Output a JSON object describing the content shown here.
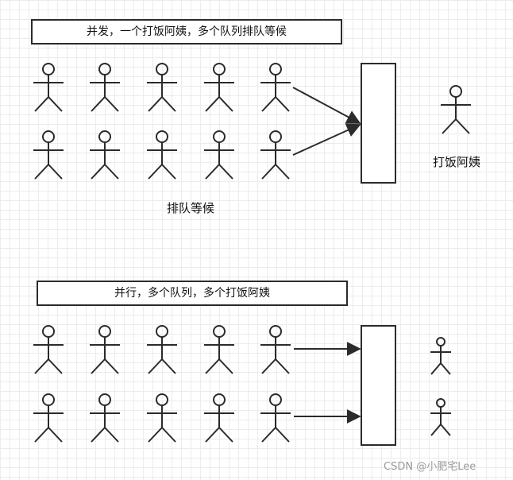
{
  "top": {
    "title": "并发，一个打饭阿姨，多个队列排队等候",
    "queue_label": "排队等候",
    "server_label": "打饭阿姨"
  },
  "bottom": {
    "title": "并行，多个队列，多个打饭阿姨"
  },
  "watermark": "CSDN @小肥宅Lee",
  "colors": {
    "stroke": "#2b2b2b",
    "grid": "#ececec"
  }
}
